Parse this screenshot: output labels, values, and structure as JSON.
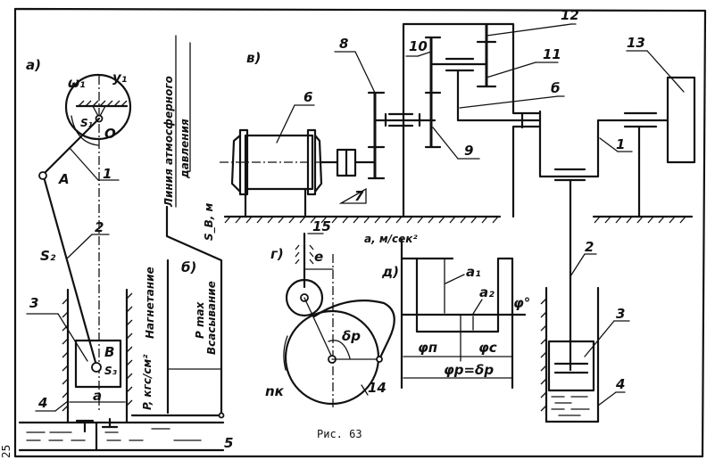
{
  "figure": {
    "caption": "Рис. 63",
    "page_number": "25"
  },
  "panels": {
    "a": {
      "label": "а)",
      "omega": "ω₁",
      "y1": "y₁",
      "s1": "S₁",
      "o": "O",
      "a_point": "A",
      "s2": "S₂",
      "b_point": "B",
      "s3": "S₃",
      "dim_a": "a",
      "parts": [
        "1",
        "2",
        "3",
        "4",
        "5"
      ]
    },
    "b": {
      "label": "б)",
      "atm_line_1": "Линия атмосферного",
      "atm_line_2": "давления",
      "s_axis": "S_B, м",
      "p_axis": "P, кгс/см²",
      "discharge": "Нагнетание",
      "suction": "Всасывание",
      "pmax": "P max"
    },
    "v": {
      "label": "в)",
      "parts": [
        "6",
        "7",
        "8",
        "9",
        "10",
        "11",
        "12",
        "13",
        "1",
        "2",
        "3",
        "4",
        "б"
      ]
    },
    "g": {
      "label": "г)",
      "part15": "15",
      "e": "e",
      "delta_p": "δp",
      "n_k": "nк",
      "part14": "14"
    },
    "d": {
      "label": "д)",
      "y_axis": "a, м/сек²",
      "x_axis": "φ°",
      "a1": "a₁",
      "a2": "a₂",
      "phi_p": "φп",
      "phi_c": "φс",
      "phi_total": "φp=δp"
    }
  }
}
